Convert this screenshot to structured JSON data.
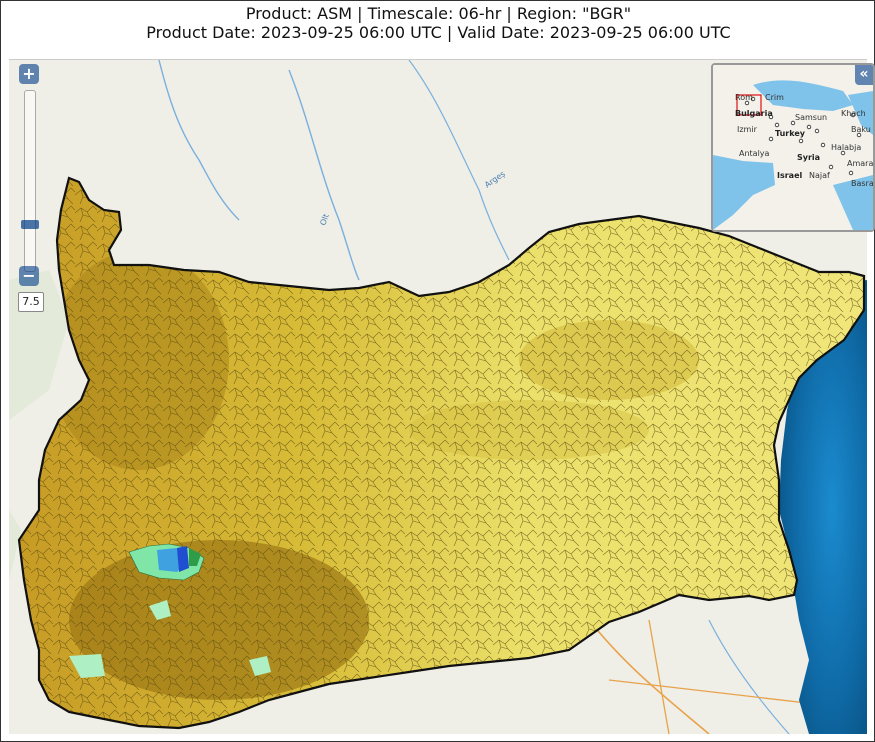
{
  "header": {
    "line1": "Product: ASM  |  Timescale: 06-hr  |  Region: \"BGR\"",
    "line2": "Product Date: 2023-09-25 06:00 UTC  |  Valid Date: 2023-09-25 06:00 UTC"
  },
  "map_controls": {
    "zoom_in_label": "+",
    "zoom_out_label": "−",
    "zoom_level": "7.5",
    "overview_toggle_label": "«"
  },
  "map_labels": {
    "river_1": "Argeș",
    "river_2": "Olt"
  },
  "overview_map": {
    "labels": [
      "Rom",
      "Crim",
      "Bulgaria",
      "Samsun",
      "Khach",
      "Izmir",
      "Turkey",
      "Baku",
      "Antalya",
      "Halabja",
      "Syria",
      "Amarah",
      "Israel",
      "Najaf",
      "Basra"
    ]
  },
  "colors": {
    "dry_olive": "#b08a1c",
    "dark_olive": "#8f6d12",
    "yellow_base": "#e3d649",
    "light_yellow": "#f0e67a",
    "sea_blue": "#1d7fbf",
    "wet_green": "#3fd66b",
    "wet_blue": "#2f7de0"
  }
}
